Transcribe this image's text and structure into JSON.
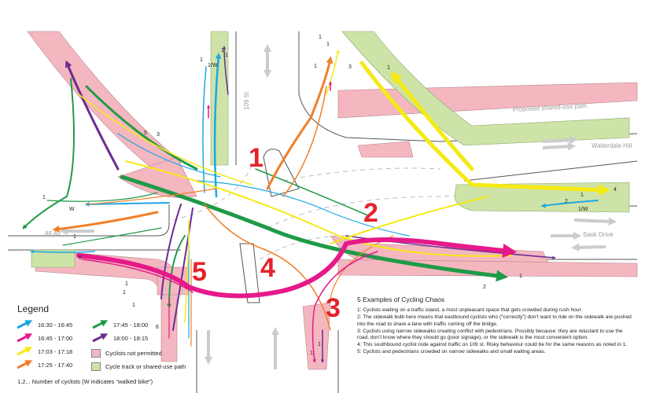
{
  "streets": {
    "st109": "109 St.",
    "walterdale": "Walterdale Hill",
    "sask": "Sask Drive",
    "ave88": "88 Av.",
    "proposed": "Proposed shared-use path"
  },
  "examples": [
    "1",
    "2",
    "3",
    "4",
    "5"
  ],
  "counts": {
    "c1": "1",
    "c2": "2",
    "c3": "3",
    "c4": "4",
    "c5": "5",
    "c6": "6",
    "w": "W",
    "one_w": "1/W",
    "one_w_b": "1/W"
  },
  "legend": {
    "title": "Legend",
    "items": [
      {
        "label": "16:30 - 16:45",
        "color": "#1ea7e1"
      },
      {
        "label": "16:45 - 17:00",
        "color": "#e6198a"
      },
      {
        "label": "17:03 - 17:18",
        "color": "#f5ea14"
      },
      {
        "label": "17:25 - 17:40",
        "color": "#f07f2a"
      },
      {
        "label": "17:45 - 18:00",
        "color": "#1f9a47"
      },
      {
        "label": "18:00 - 18:15",
        "color": "#6b2d90"
      }
    ],
    "zones": [
      {
        "label": "Cyclists not permitted",
        "color": "#f4b7c0"
      },
      {
        "label": "Cycle track or shared-use path",
        "color": "#cde3a8"
      }
    ],
    "footnote": "1,2... Number of cyclists (W indicates “walked bike”)"
  },
  "notes": {
    "title": "5 Examples of Cycling Chaos",
    "items": [
      "1: Cyclists waiting on a traffic island, a most unpleasant space that gets crowded during rush hour.",
      "2: The sidewalk bulb here means that eastbound cyclists who (“correctly”) don’t want to ride on the sidewalk are pushed into the road to share a lane with traffic coming off the bridge.",
      "3: Cyclists using narrow sidewalks creating conflict with pedestrians. Possibly because: they are reluctant to use the road, don’t know where they should go (poor signage), or the sidewalk is the most convenient option.",
      "4: This southbound cyclist rode against traffic on 109 st. Risky behaviour could be for the same reasons as noted in 1.",
      "5: Cyclists and pedestrians crowded on narrow sidewalks and small waiting areas."
    ]
  }
}
